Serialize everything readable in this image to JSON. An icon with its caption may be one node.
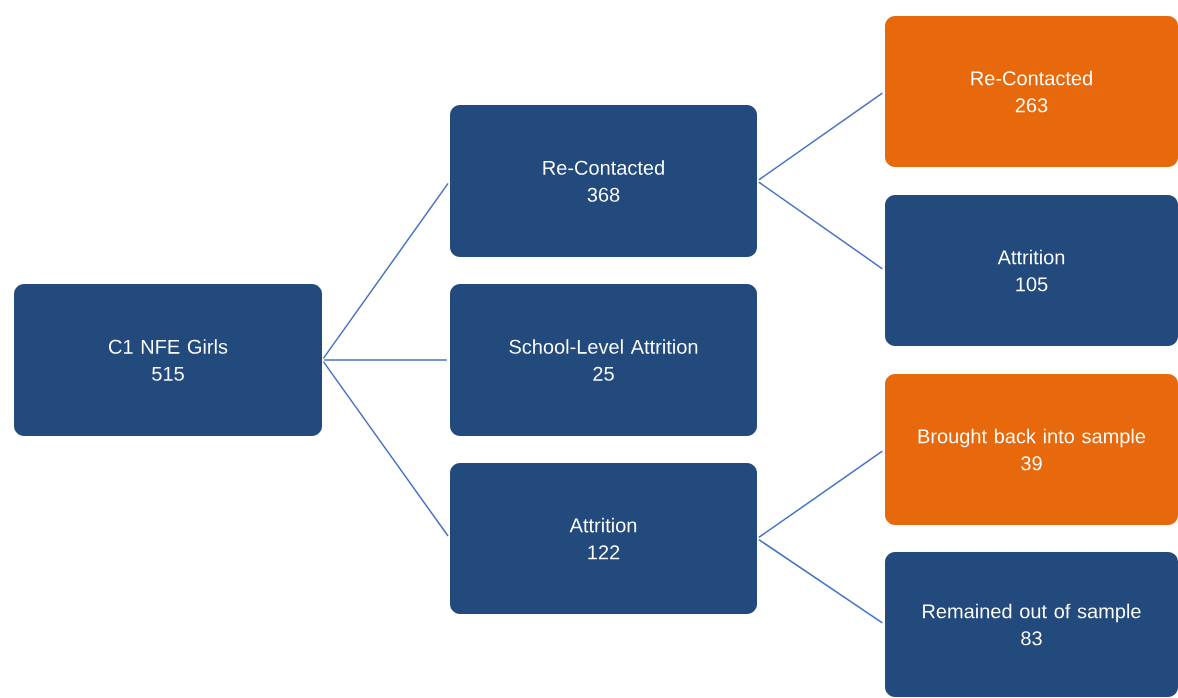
{
  "diagram": {
    "nodes": [
      {
        "text": [
          "C1 NFE Girls",
          "515"
        ]
      },
      {
        "text": [
          "Re-Contacted",
          "368"
        ]
      },
      {
        "text": [
          "School-Level Attrition",
          "25"
        ]
      },
      {
        "text": [
          "Attrition",
          "122"
        ]
      },
      {
        "text": [
          "Re-Contacted",
          "263"
        ]
      },
      {
        "text": [
          "Attrition",
          "105"
        ]
      },
      {
        "text": [
          "Brought back into sample",
          "39"
        ]
      },
      {
        "text": [
          "Remained out of sample",
          "83"
        ]
      }
    ],
    "edges": [
      {
        "from": 0,
        "to": 1,
        "arrow": "none"
      },
      {
        "from": 0,
        "to": 2,
        "arrow": "none"
      },
      {
        "from": 0,
        "to": 3,
        "arrow": "none"
      },
      {
        "from": 1,
        "to": 4,
        "arrow": "none"
      },
      {
        "from": 1,
        "to": 5,
        "arrow": "none"
      },
      {
        "from": 3,
        "to": 6,
        "arrow": "none"
      },
      {
        "from": 3,
        "to": 7,
        "arrow": "none"
      }
    ]
  }
}
